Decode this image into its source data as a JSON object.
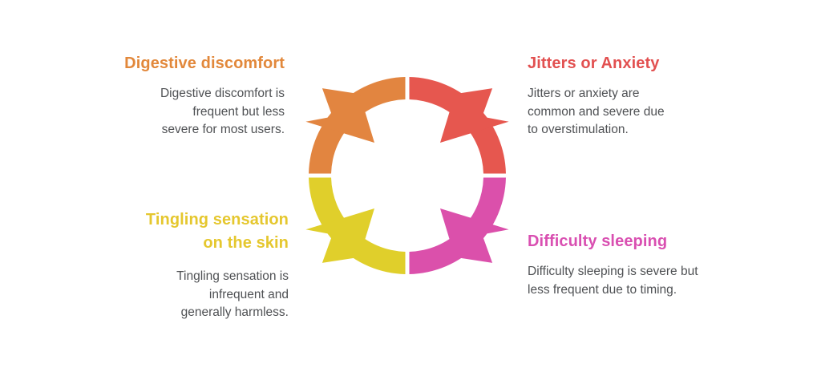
{
  "background_color": "#FFFFFF",
  "body_text_color": "#4F5154",
  "diagram": {
    "type": "cycle-ring-with-inward-arrows",
    "description": "Ring split into four quadrants, each with a star arrow pointing to the center",
    "quadrants": [
      {
        "position": "top-left",
        "color": "#E28540",
        "label": "Digestive discomfort"
      },
      {
        "position": "top-right",
        "color": "#E6574F",
        "label": "Jitters or Anxiety"
      },
      {
        "position": "bottom-left",
        "color": "#E0CF2B",
        "label": "Tingling sensation on the skin"
      },
      {
        "position": "bottom-right",
        "color": "#DB50AB",
        "label": "Difficulty sleeping"
      }
    ]
  },
  "blocks": [
    {
      "id": "digestive-discomfort",
      "position": "top-left",
      "title": "Digestive discomfort",
      "title_color": "#E2883B",
      "body": "Digestive discomfort is\nfrequent but less\nsevere for most users."
    },
    {
      "id": "jitters-anxiety",
      "position": "top-right",
      "title": "Jitters or Anxiety",
      "title_color": "#E25050",
      "body": "Jitters or anxiety are\ncommon and severe due\nto overstimulation."
    },
    {
      "id": "tingling-sensation",
      "position": "bottom-left",
      "title": "Tingling sensation\non the skin",
      "title_color": "#E5C72E",
      "body": "Tingling sensation is\ninfrequent and\ngenerally harmless."
    },
    {
      "id": "difficulty-sleeping",
      "position": "bottom-right",
      "title": "Difficulty sleeping",
      "title_color": "#D94FB1",
      "body": "Difficulty sleeping is severe but\nless frequent due to timing."
    }
  ]
}
